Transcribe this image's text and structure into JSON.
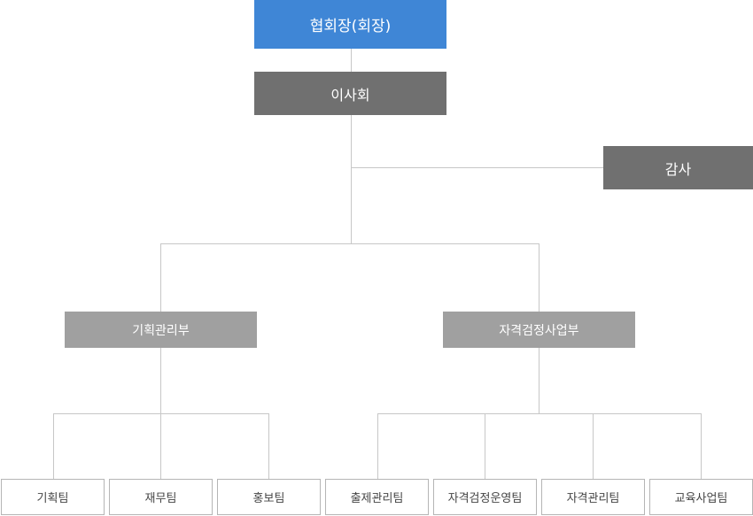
{
  "chart": {
    "president": "협회장(회장)",
    "board": "이사회",
    "audit": "감사",
    "departments": [
      {
        "name": "기획관리부",
        "teams": [
          "기획팀",
          "재무팀",
          "홍보팀"
        ]
      },
      {
        "name": "자격검정사업부",
        "teams": [
          "출제관리팀",
          "자격검정운영팀",
          "자격관리팀",
          "교육사업팀"
        ]
      }
    ]
  },
  "colors": {
    "president": "#3f86d6",
    "board": "#707070",
    "department": "#a0a0a0",
    "connector": "#c7c7c7"
  }
}
